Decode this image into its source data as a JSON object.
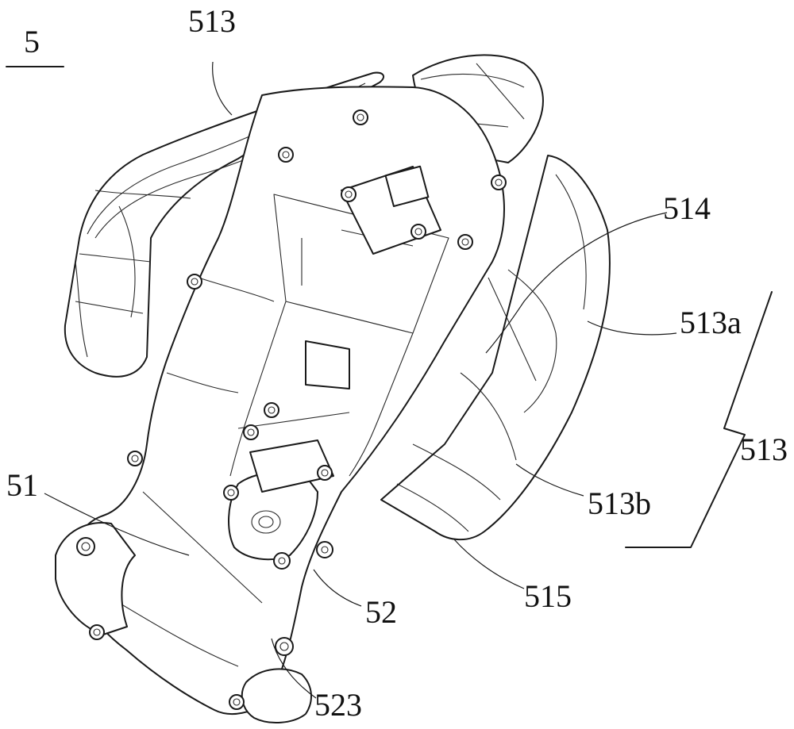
{
  "figure": {
    "figure_number": "5",
    "labels": {
      "top_513": "513",
      "l514": "514",
      "l513a": "513a",
      "l513_bracket": "513",
      "l513b": "513b",
      "l51": "51",
      "l52": "52",
      "l515": "515",
      "l523": "523"
    }
  }
}
